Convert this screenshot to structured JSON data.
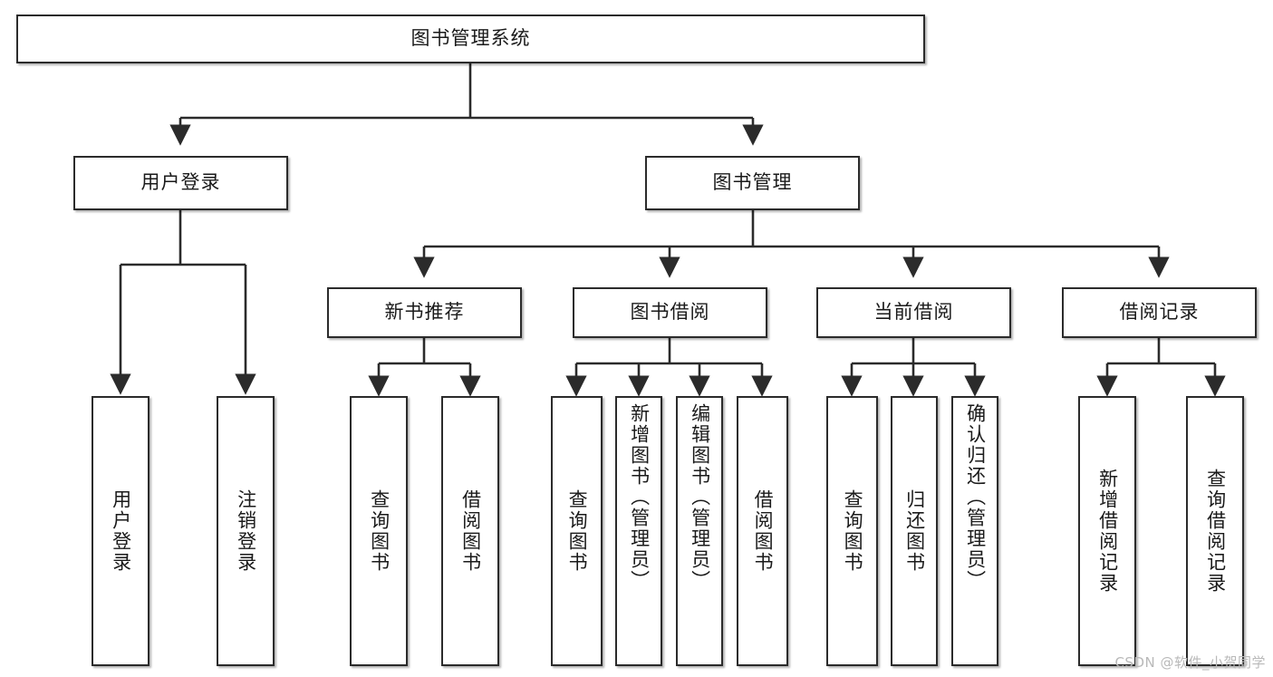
{
  "diagram": {
    "type": "tree-hierarchy-chart",
    "title": "图书管理系统",
    "root": {
      "id": "root",
      "label": "图书管理系统"
    },
    "level2": [
      {
        "id": "user-login",
        "label": "用户登录"
      },
      {
        "id": "book-manage",
        "label": "图书管理"
      }
    ],
    "level3": [
      {
        "id": "new-book-recommend",
        "label": "新书推荐",
        "parent": "book-manage"
      },
      {
        "id": "book-borrow",
        "label": "图书借阅",
        "parent": "book-manage"
      },
      {
        "id": "current-borrow",
        "label": "当前借阅",
        "parent": "book-manage"
      },
      {
        "id": "borrow-record",
        "label": "借阅记录",
        "parent": "book-manage"
      }
    ],
    "leaves": [
      {
        "id": "leaf-user-login",
        "label": "用户登录",
        "parent": "user-login"
      },
      {
        "id": "leaf-logout-login",
        "label": "注销登录",
        "parent": "user-login"
      },
      {
        "id": "leaf-query-book-1",
        "label": "查询图书",
        "parent": "new-book-recommend"
      },
      {
        "id": "leaf-borrow-book-1",
        "label": "借阅图书",
        "parent": "new-book-recommend"
      },
      {
        "id": "leaf-query-book-2",
        "label": "查询图书",
        "parent": "book-borrow"
      },
      {
        "id": "leaf-add-book",
        "label": "新增图书（管理员）",
        "parent": "book-borrow"
      },
      {
        "id": "leaf-edit-book",
        "label": "编辑图书（管理员）",
        "parent": "book-borrow"
      },
      {
        "id": "leaf-borrow-book-2",
        "label": "借阅图书",
        "parent": "book-borrow"
      },
      {
        "id": "leaf-query-book-3",
        "label": "查询图书",
        "parent": "current-borrow"
      },
      {
        "id": "leaf-return-book",
        "label": "归还图书",
        "parent": "current-borrow"
      },
      {
        "id": "leaf-confirm-return",
        "label": "确认归还（管理员）",
        "parent": "current-borrow"
      },
      {
        "id": "leaf-add-record",
        "label": "新增借阅记录",
        "parent": "borrow-record"
      },
      {
        "id": "leaf-query-record",
        "label": "查询借阅记录",
        "parent": "borrow-record"
      }
    ],
    "colors": {
      "stroke": "#2b2b2b",
      "fill": "#ffffff",
      "text": "#1a1a1a",
      "watermark": "#b9b9b9"
    }
  },
  "watermark": {
    "text": "CSDN @软件_小贺同学"
  }
}
